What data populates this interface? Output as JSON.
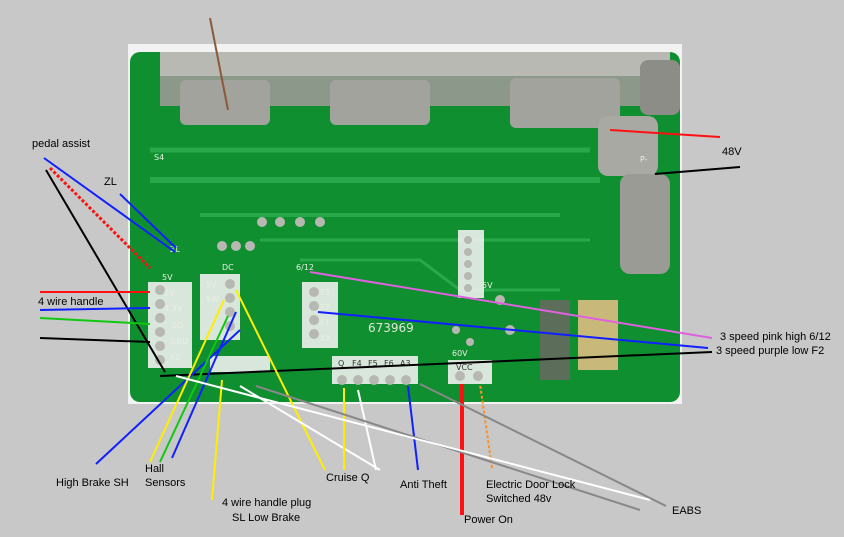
{
  "labels": {
    "pedal_assist": "pedal assist",
    "zl": "ZL",
    "four_wire_handle": "4 wire handle",
    "high_brake": "High Brake SH",
    "hall_line1": "Hall",
    "hall_line2": "Sensors",
    "plug_line1": "4 wire handle plug",
    "plug_line2": "SL Low Brake",
    "cruise": "Cruise Q",
    "anti_theft": "Anti Theft",
    "door_line1": "Electric Door Lock",
    "door_line2": "Switched 48v",
    "power_on": "Power On",
    "eabs": "EABS",
    "v48": "48V",
    "speed_high": "3 speed pink high 6/12",
    "speed_low": "3 speed purple low F2"
  },
  "board": {
    "code": "673969",
    "pins_left": [
      "5V",
      "5V",
      "4.3V",
      "SD",
      "GND",
      "XS"
    ],
    "pins_hall": [
      "5V",
      "5W",
      "",
      ""
    ],
    "pins_speed": [
      "F3",
      "F2",
      "F1",
      "XX"
    ],
    "pin_612": "6/12",
    "pin_5v": "5V",
    "pin_60v": "60V",
    "pin_vcc": "VCC",
    "pin_s4": "S4",
    "pin_pminus": "P-",
    "pin_zl": "ZL",
    "pin_dc": "DC",
    "row_bottom": [
      "Q",
      "F4",
      "F5",
      "F6",
      "A3"
    ]
  },
  "colors": {
    "red": "#ff1010",
    "blue": "#1020ff",
    "black": "#000000",
    "green": "#10c810",
    "yellow": "#ffee00",
    "white": "#ffffff",
    "magenta": "#e060e0",
    "orange": "#ff9020",
    "gray": "#888888",
    "pcb": "#0f8f2f"
  }
}
